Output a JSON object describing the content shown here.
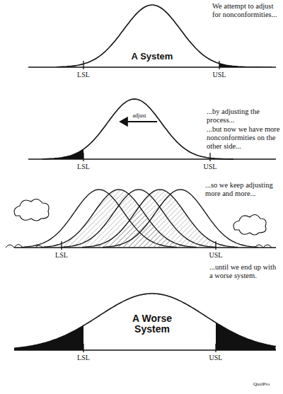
{
  "diagram": {
    "nodes": [
      {
        "text": [
          "A System"
        ]
      },
      {
        "text": [
          "A Worse System"
        ]
      }
    ],
    "labels": [
      "We attempt to adjust for nonconformities...",
      "LSL",
      "USL",
      "adjust",
      "...by adjusting the process...",
      "...but now we have more nonconformities on the other side...",
      "LSL",
      "USL",
      "...so we keep adjusting more and more...",
      "LSL",
      "USL",
      "...until we end up with a worse system.",
      "LSL",
      "USL",
      "QualPro"
    ]
  }
}
